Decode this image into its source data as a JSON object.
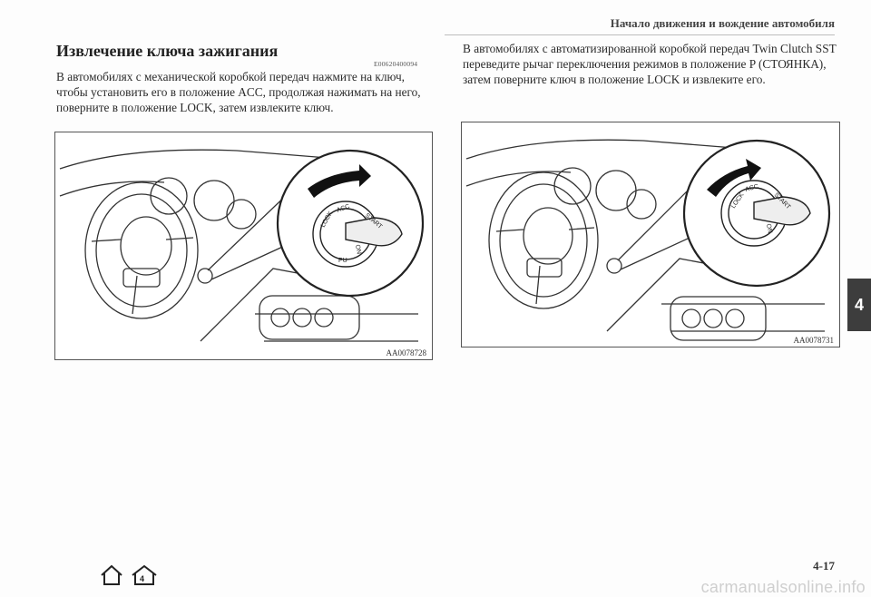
{
  "header": {
    "running_title": "Начало движения и вождение автомобиля"
  },
  "section": {
    "title": "Извлечение ключа зажигания",
    "code": "E00620400094",
    "left_paragraph": "В автомобилях с механической коробкой передач нажмите на ключ, чтобы установить его в положение ACC, продолжая нажимать на него, поверните в положение LOCK, затем извлеките ключ.",
    "right_paragraph": "В автомобилях с автоматизированной коробкой передач Twin Clutch SST переведите рычаг переключения режимов в положение P (СТОЯНКА), затем поверните ключ в положение LOCK и извлеките его."
  },
  "figures": [
    {
      "code": "AA0078728",
      "lock_label": "LOCK",
      "acc_label": "ACC",
      "on_label": "ON",
      "start_label": "START",
      "push_label": "PU"
    },
    {
      "code": "AA0078731",
      "lock_label": "LOCK",
      "acc_label": "ACC",
      "on_label": "ON",
      "start_label": "START"
    }
  ],
  "chapter_tab": "4",
  "page_number": "4-17",
  "nav_icons": [
    "home-icon",
    "chapter-home-icon"
  ],
  "watermark": "carmanualsonline.info"
}
